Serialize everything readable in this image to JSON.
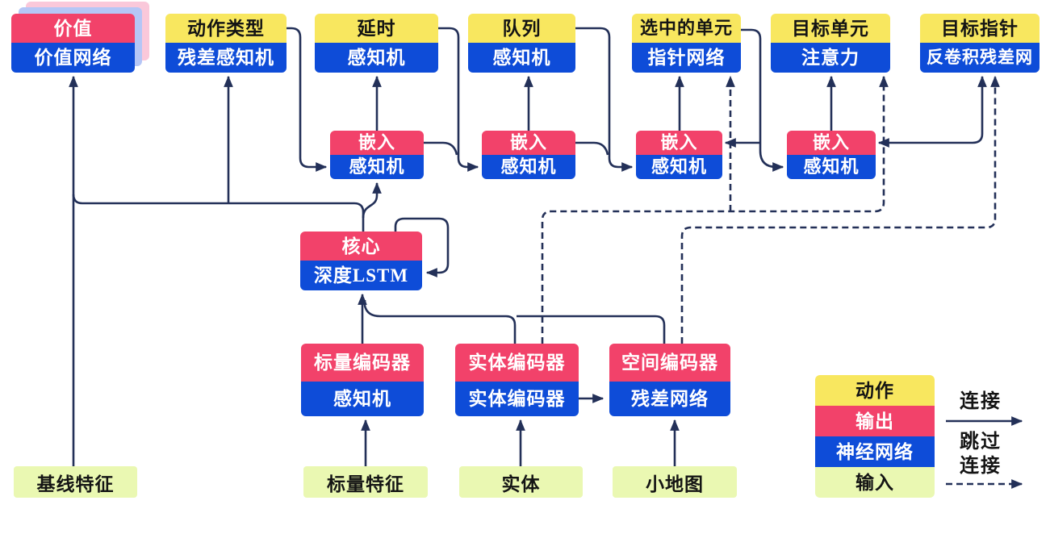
{
  "colors": {
    "yellow": "#F8E75F",
    "red": "#F2426A",
    "blue": "#0E4CD8",
    "green": "#EAF8B2",
    "ghost_pink": "#FAC8DA",
    "ghost_blue": "#B5C6F6",
    "line": "#233058",
    "text_dark": "#141414",
    "text_light": "#FFFFFF",
    "background": "#FFFFFF"
  },
  "nodes": {
    "value": {
      "top": "价值",
      "bottom": "价值网络"
    },
    "action_type": {
      "top": "动作类型",
      "bottom": "残差感知机"
    },
    "delay": {
      "top": "延时",
      "bottom": "感知机"
    },
    "queue": {
      "top": "队列",
      "bottom": "感知机"
    },
    "selected_units": {
      "top": "选中的单元",
      "bottom": "指针网络"
    },
    "target_unit": {
      "top": "目标单元",
      "bottom": "注意力"
    },
    "target_point": {
      "top": "目标指针",
      "bottom": "反卷积残差网"
    },
    "embed1": {
      "top": "嵌入",
      "bottom": "感知机"
    },
    "embed2": {
      "top": "嵌入",
      "bottom": "感知机"
    },
    "embed3": {
      "top": "嵌入",
      "bottom": "感知机"
    },
    "embed4": {
      "top": "嵌入",
      "bottom": "感知机"
    },
    "core": {
      "top": "核心",
      "bottom": "深度LSTM"
    },
    "scalar_encoder": {
      "top": "标量编码器",
      "bottom": "感知机"
    },
    "entity_encoder": {
      "top": "实体编码器",
      "bottom": "实体编码器"
    },
    "spatial_encoder": {
      "top": "空间编码器",
      "bottom": "残差网络"
    }
  },
  "inputs": {
    "baseline": "基线特征",
    "scalar": "标量特征",
    "entity": "实体",
    "minimap": "小地图"
  },
  "legend": {
    "action": "动作",
    "output": "输出",
    "network": "神经网络",
    "input": "输入",
    "connection_label": "连接",
    "skip_label_line1": "跳过",
    "skip_label_line2": "连接"
  }
}
